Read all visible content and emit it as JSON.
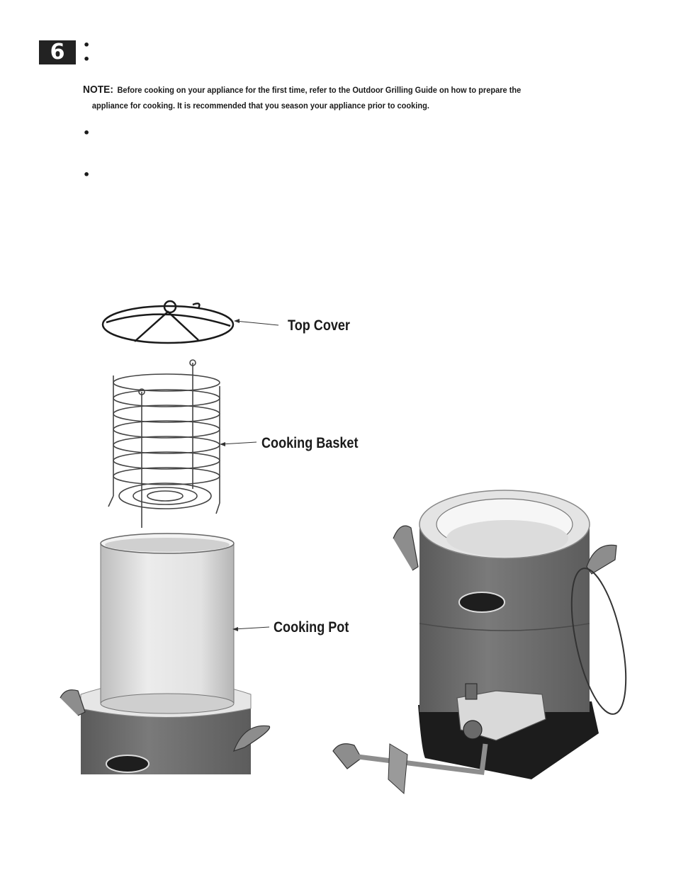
{
  "step": {
    "number": "6"
  },
  "note": {
    "label": "NOTE:",
    "line1": "Before cooking on your appliance for the first time, refer to the Outdoor Grilling Guide on how to prepare the",
    "line2": "appliance for cooking.  It is recommended that you season your appliance prior to cooking."
  },
  "callouts": {
    "top_cover": "Top Cover",
    "cooking_basket": "Cooking Basket",
    "cooking_pot": "Cooking Pot"
  },
  "icons": [
    "bullet-icon",
    "step-number-badge"
  ],
  "colors": {
    "body_gray": "#6e6e6e",
    "rim_light": "#e4e4e4",
    "pot_light": "#d8d8d8",
    "leg_black": "#1c1c1c"
  }
}
